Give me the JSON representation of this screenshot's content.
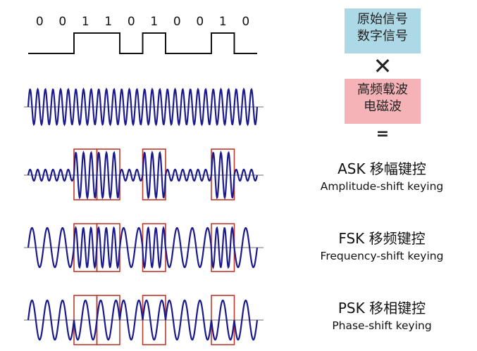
{
  "bits": [
    "0",
    "0",
    "1",
    "1",
    "0",
    "1",
    "0",
    "0",
    "1",
    "0"
  ],
  "source_signal": {
    "line1": "原始信号",
    "line2": "数字信号"
  },
  "carrier": {
    "line1": "高频载波",
    "line2": "电磁波"
  },
  "operators": {
    "times": "✕",
    "equals": "="
  },
  "modulations": [
    {
      "title": "ASK 移幅键控",
      "subtitle": "Amplitude-shift keying"
    },
    {
      "title": "FSK 移频键控",
      "subtitle": "Frequency-shift keying"
    },
    {
      "title": "PSK 移相键控",
      "subtitle": "Phase-shift keying"
    }
  ],
  "colors": {
    "wave": "#1a1a8c",
    "frame": "#c0392b",
    "axis": "#8a8a8a",
    "digital": "#111111"
  }
}
